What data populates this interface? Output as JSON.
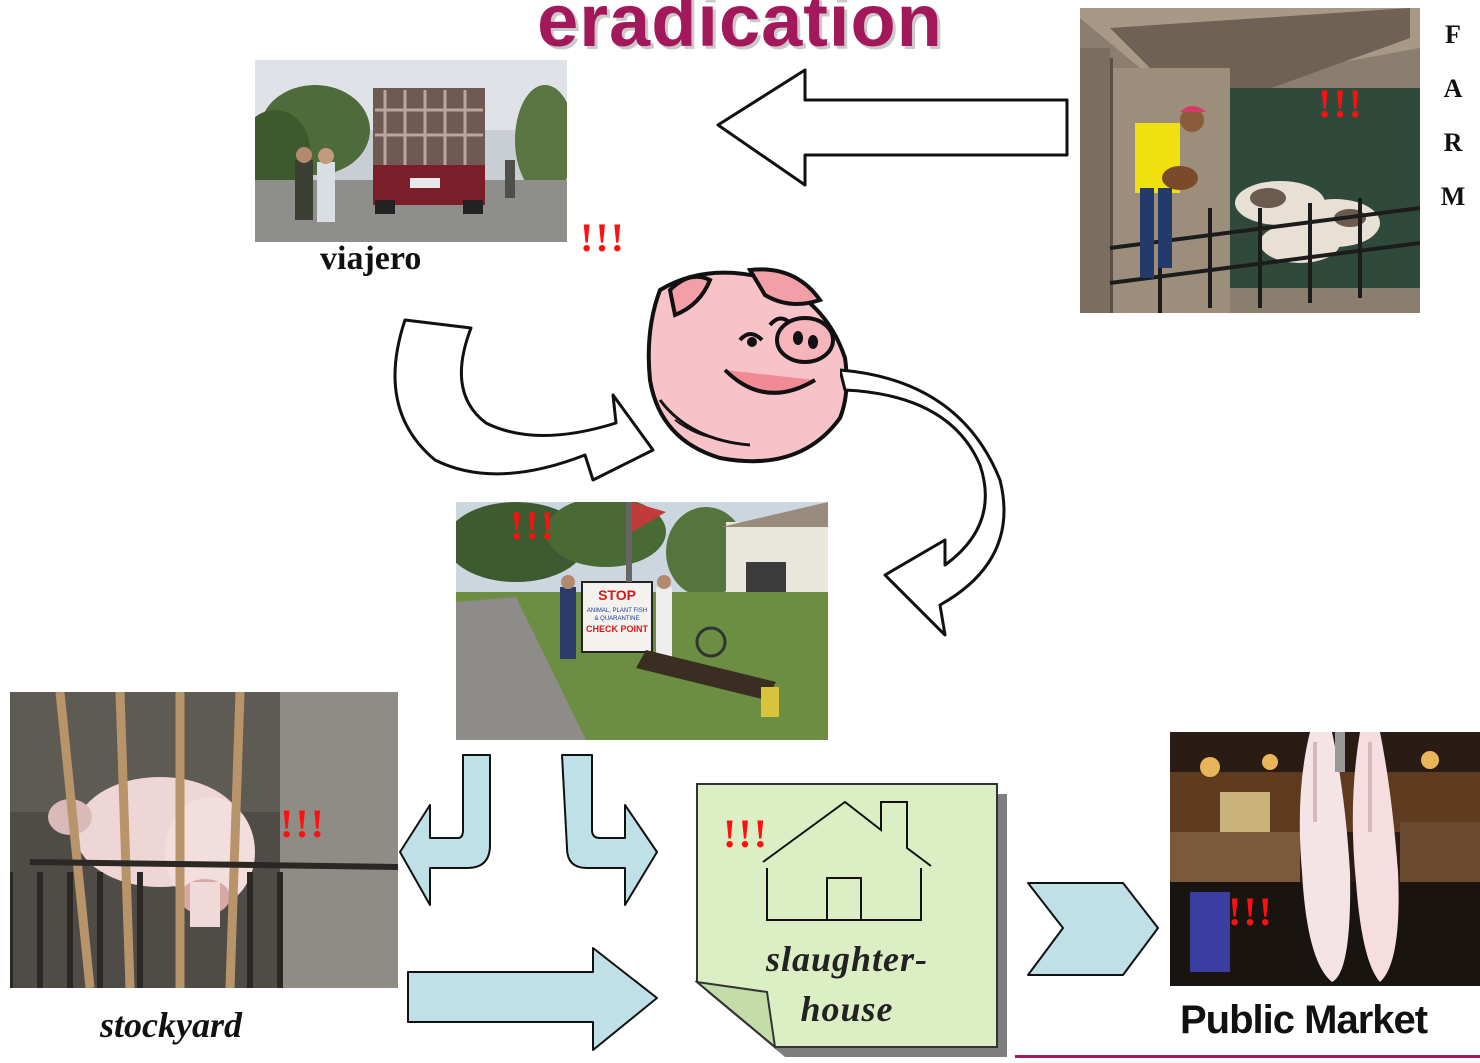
{
  "title": "eradication",
  "farm_letters": [
    "F",
    "A",
    "R",
    "M"
  ],
  "viajero": {
    "caption": "viajero",
    "alert": "!!!"
  },
  "farm": {
    "alert": "!!!"
  },
  "checkpoint": {
    "alert": "!!!",
    "sign_line1": "STOP",
    "sign_line2": "ANIMAL, PLANT FISH",
    "sign_line3": "& QUARANTINE",
    "sign_line4": "CHECK POINT"
  },
  "stockyard": {
    "caption": "stockyard",
    "alert": "!!!"
  },
  "slaughterhouse": {
    "line1": "slaughter-",
    "line2": "house",
    "alert": "!!!"
  },
  "market": {
    "caption": "Public Market",
    "alert": "!!!"
  },
  "colors": {
    "title": "#a3185a",
    "alert": "#ff1010",
    "arrow_fill": "#bfe0e6",
    "note_fill": "#dcefc4"
  }
}
